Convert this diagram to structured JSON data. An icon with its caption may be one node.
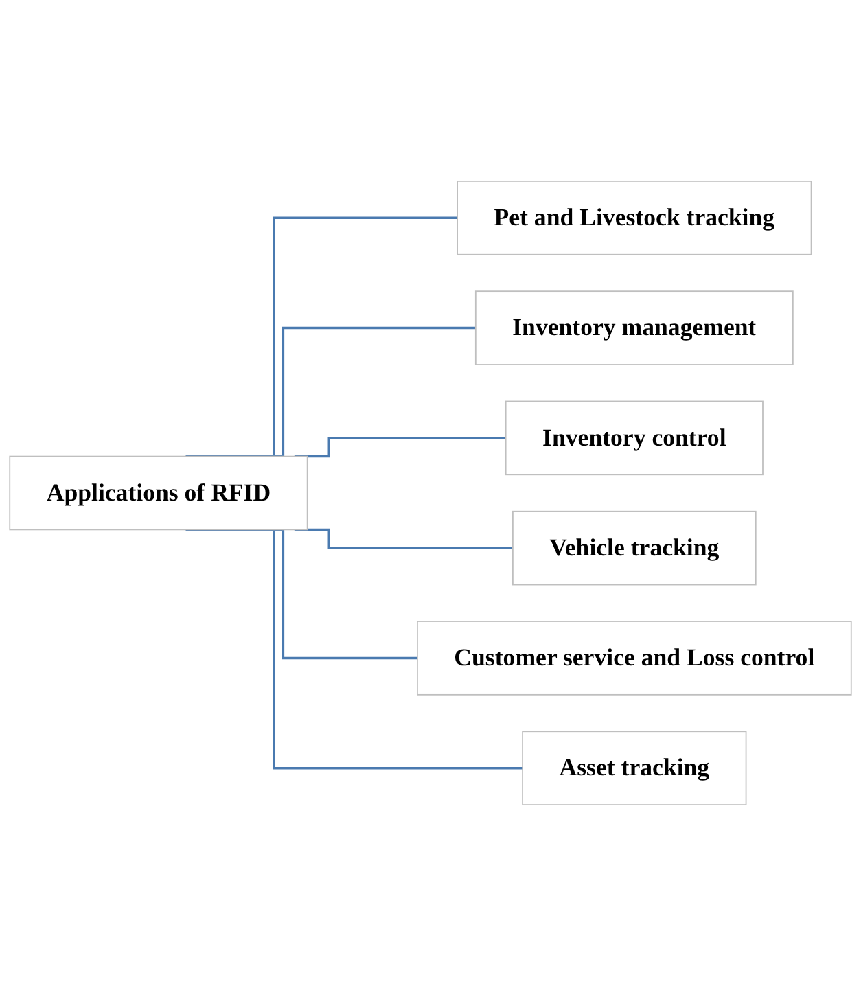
{
  "diagram": {
    "nodes": [
      {
        "text": [
          "Applications of RFID"
        ]
      },
      {
        "text": [
          "Pet and Livestock tracking"
        ]
      },
      {
        "text": [
          "Inventory management"
        ]
      },
      {
        "text": [
          "Inventory control"
        ]
      },
      {
        "text": [
          "Vehicle tracking"
        ]
      },
      {
        "text": [
          "Customer service and Loss control"
        ]
      },
      {
        "text": [
          "Asset tracking"
        ]
      }
    ],
    "edges": [
      {
        "from": 0,
        "to": 1,
        "arrow": "none"
      },
      {
        "from": 0,
        "to": 2,
        "arrow": "none"
      },
      {
        "from": 0,
        "to": 3,
        "arrow": "none"
      },
      {
        "from": 0,
        "to": 4,
        "arrow": "none"
      },
      {
        "from": 0,
        "to": 5,
        "arrow": "none"
      },
      {
        "from": 0,
        "to": 6,
        "arrow": "none"
      }
    ]
  }
}
